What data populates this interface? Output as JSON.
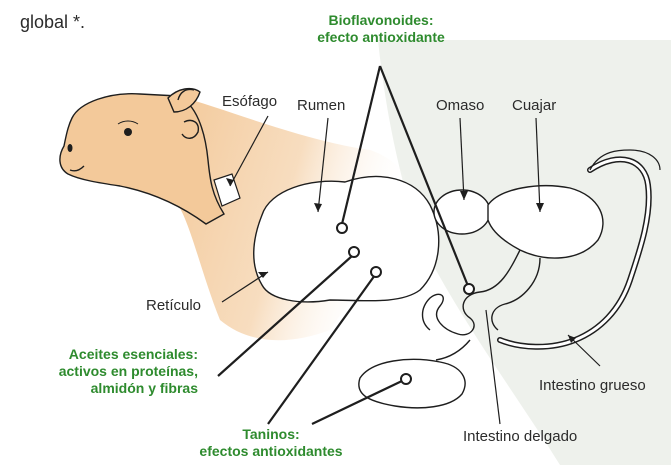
{
  "heading": "global *.",
  "labels": {
    "esofago": "Esófago",
    "rumen": "Rumen",
    "omaso": "Omaso",
    "cuajar": "Cuajar",
    "reticulo": "Retículo",
    "intestino_grueso": "Intestino grueso",
    "intestino_delgado": "Intestino delgado"
  },
  "callouts": {
    "bioflavonoides": {
      "line1": "Bioflavonoides:",
      "line2": "efecto antioxidante"
    },
    "aceites": {
      "line1": "Aceites esenciales:",
      "line2": "activos en proteínas,",
      "line3": "almidón y fibras"
    },
    "taninos": {
      "line1": "Taninos:",
      "line2": "efectos antioxidantes"
    }
  },
  "colors": {
    "callout_green": "#2e8b2e",
    "cow_skin": "#f3c99a",
    "cow_outline": "#1e1e1e",
    "organ_fill": "#ffffff",
    "shadow": "#e9ece6"
  }
}
